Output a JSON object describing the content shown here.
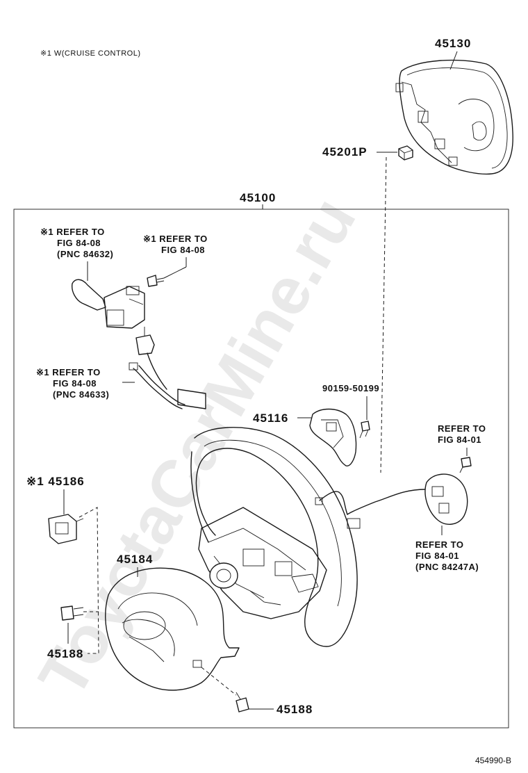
{
  "watermark": "ToyotaCarMine.ru",
  "note": "※1 W(CRUISE CONTROL)",
  "figure_id": "454990-B",
  "assembly": {
    "part_number": "45100"
  },
  "parts": {
    "p45130": "45130",
    "p45201P": "45201P",
    "p45116": "45116",
    "p90159": "90159-50199",
    "p45186": "※1 45186",
    "p45184": "45184",
    "p45188_left": "45188",
    "p45188_bottom": "45188"
  },
  "references": {
    "ref_a": {
      "line1": "※1 REFER TO",
      "line2": "FIG 84-08",
      "line3": "(PNC 84632)"
    },
    "ref_b": {
      "line1": "※1 REFER TO",
      "line2": "FIG 84-08"
    },
    "ref_c": {
      "line1": "※1 REFER TO",
      "line2": "FIG 84-08",
      "line3": "(PNC 84633)"
    },
    "ref_d": {
      "line1": "REFER TO",
      "line2": "FIG 84-01"
    },
    "ref_e": {
      "line1": "REFER TO",
      "line2": "FIG 84-01",
      "line3": "(PNC 84247A)"
    }
  }
}
